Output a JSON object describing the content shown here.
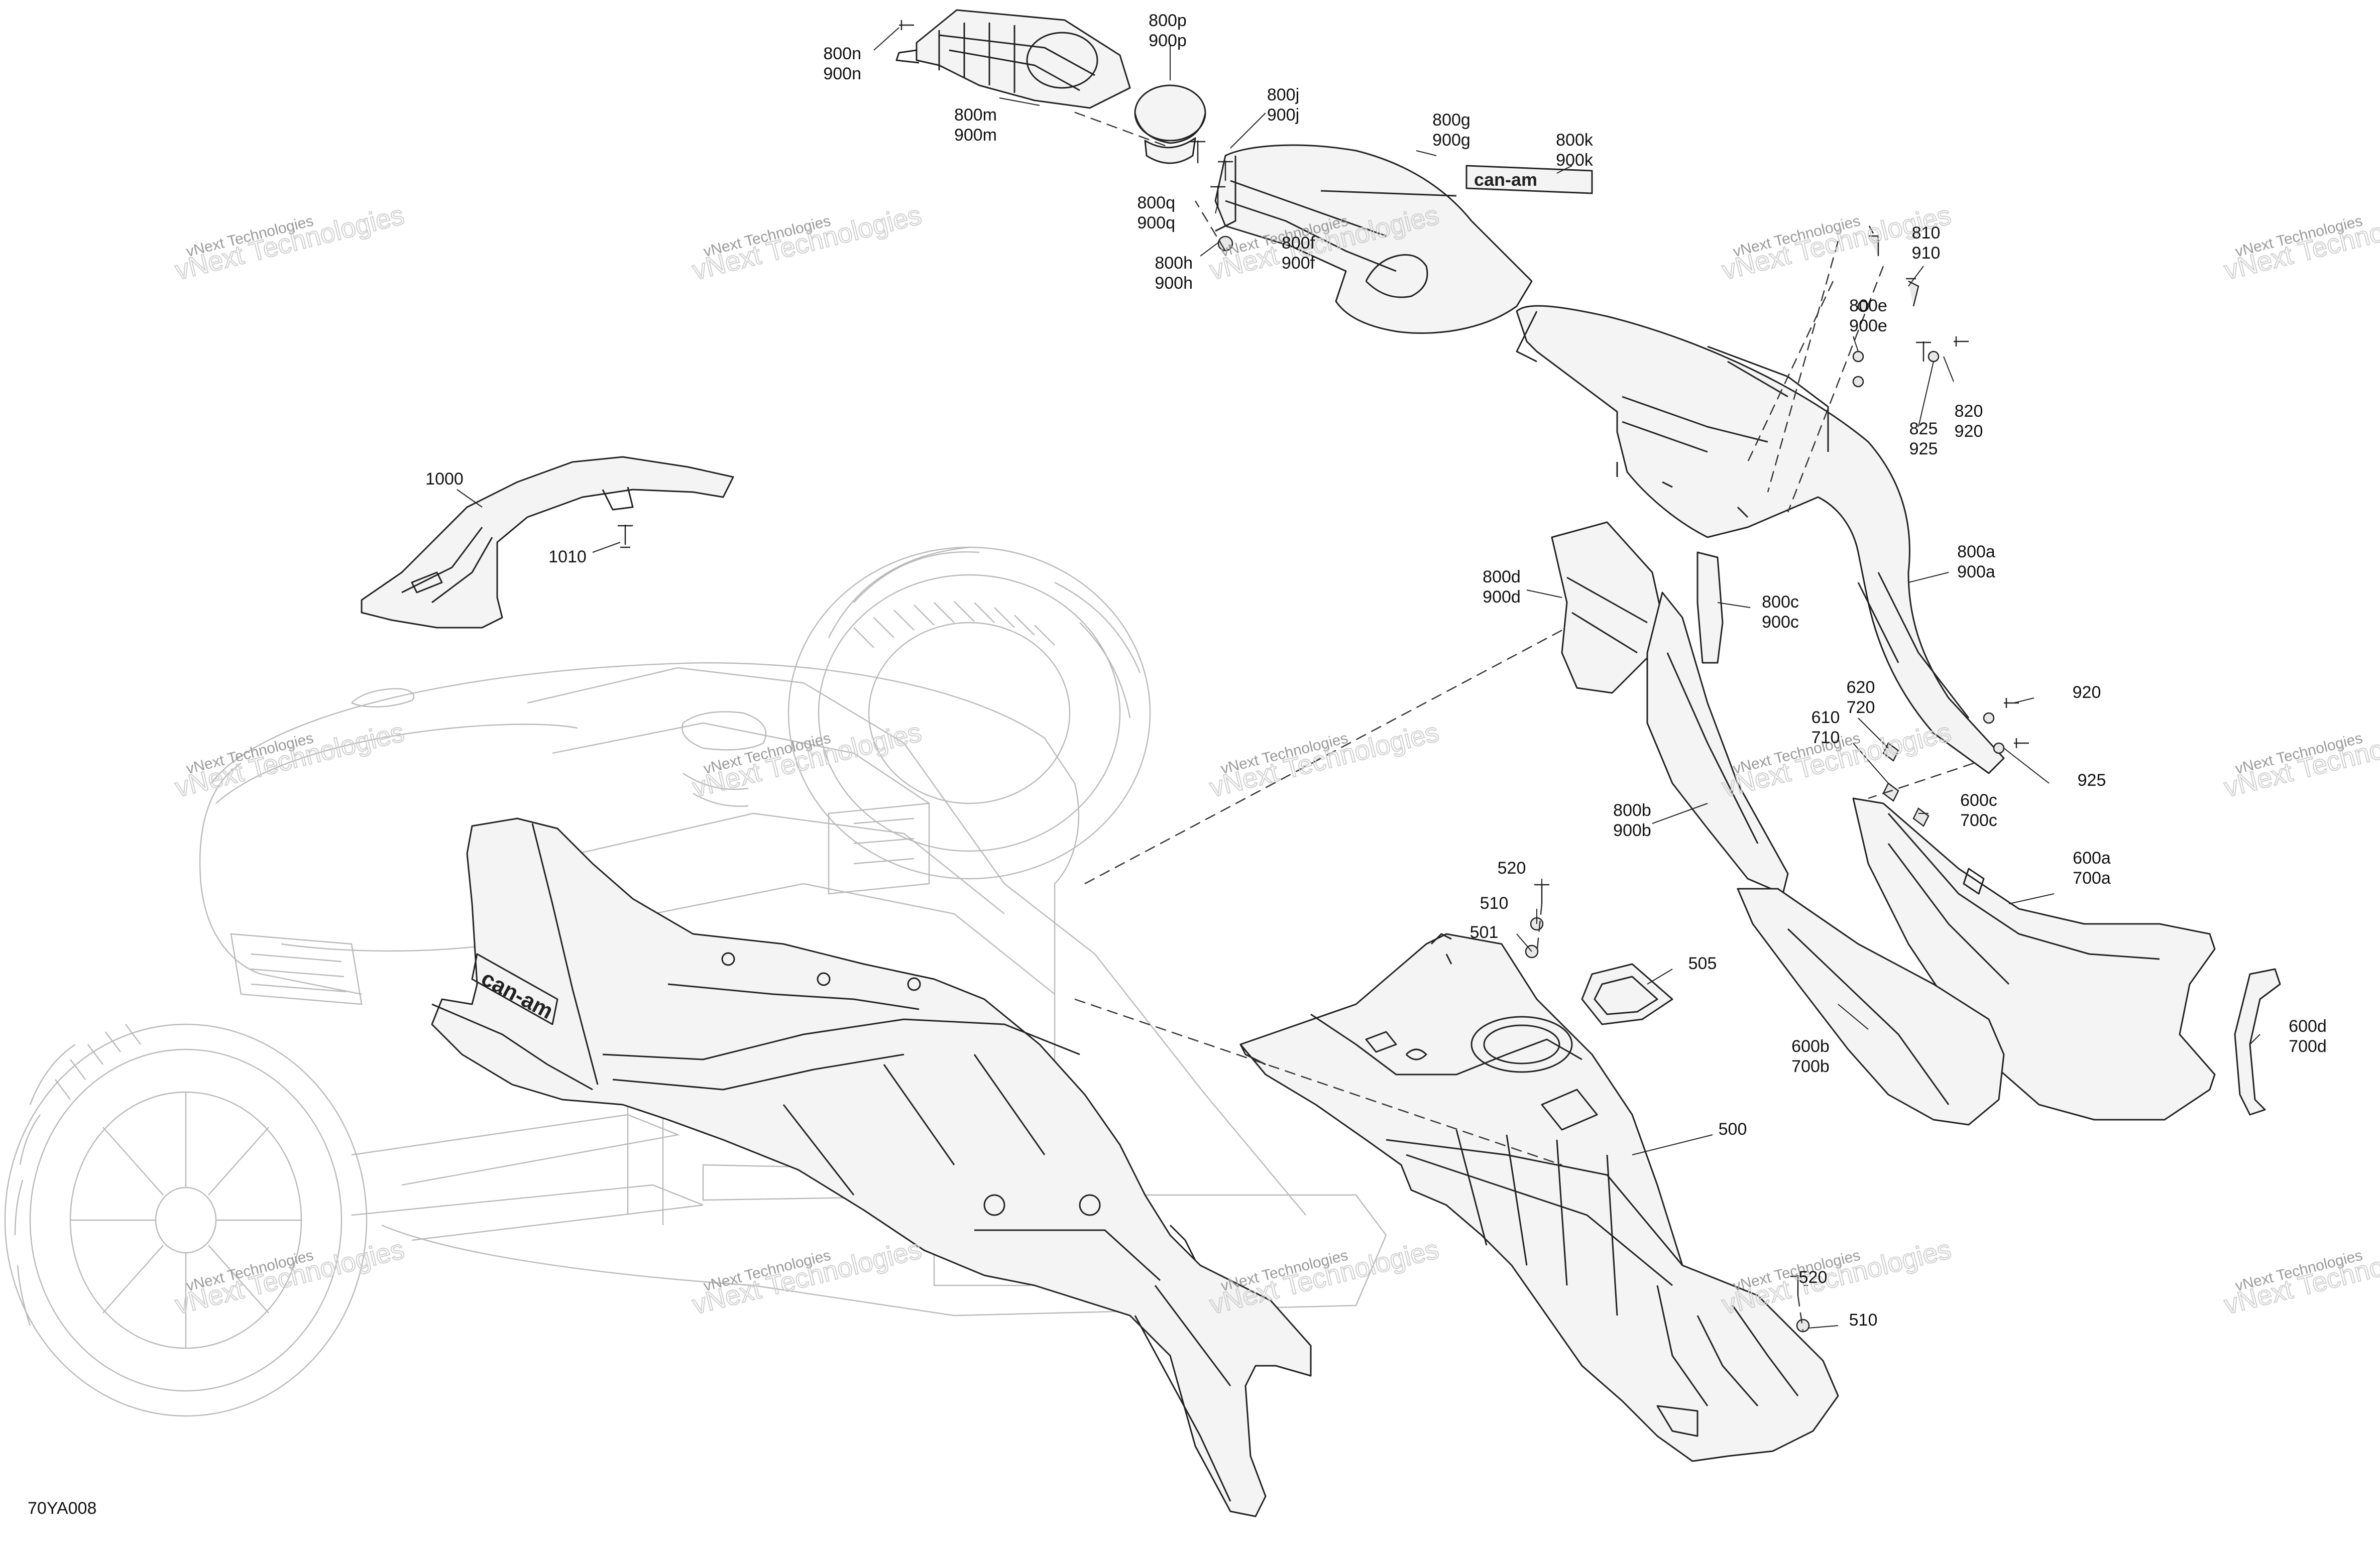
{
  "code": "70YA008",
  "callouts": [
    {
      "id": "800n",
      "lines": [
        "800n",
        "900n"
      ]
    },
    {
      "id": "800p",
      "lines": [
        "800p",
        "900p"
      ]
    },
    {
      "id": "800m",
      "lines": [
        "800m",
        "900m"
      ]
    },
    {
      "id": "800j",
      "lines": [
        "800j",
        "900j"
      ]
    },
    {
      "id": "800g",
      "lines": [
        "800g",
        "900g"
      ]
    },
    {
      "id": "800k",
      "lines": [
        "800k",
        "900k"
      ]
    },
    {
      "id": "800q",
      "lines": [
        "800q",
        "900q"
      ]
    },
    {
      "id": "800f",
      "lines": [
        "800f",
        "900f"
      ]
    },
    {
      "id": "800h",
      "lines": [
        "800h",
        "900h"
      ]
    },
    {
      "id": "810",
      "lines": [
        "810",
        "910"
      ]
    },
    {
      "id": "800e",
      "lines": [
        "800e",
        "900e"
      ]
    },
    {
      "id": "820",
      "lines": [
        "820",
        "920"
      ]
    },
    {
      "id": "825",
      "lines": [
        "825",
        "925"
      ]
    },
    {
      "id": "1000",
      "lines": [
        "1000"
      ]
    },
    {
      "id": "1010",
      "lines": [
        "1010"
      ]
    },
    {
      "id": "800a",
      "lines": [
        "800a",
        "900a"
      ]
    },
    {
      "id": "800d",
      "lines": [
        "800d",
        "900d"
      ]
    },
    {
      "id": "800c",
      "lines": [
        "800c",
        "900c"
      ]
    },
    {
      "id": "620",
      "lines": [
        "620",
        "720"
      ]
    },
    {
      "id": "610",
      "lines": [
        "610",
        "710"
      ]
    },
    {
      "id": "920",
      "lines": [
        "920"
      ]
    },
    {
      "id": "925",
      "lines": [
        "925"
      ]
    },
    {
      "id": "600c",
      "lines": [
        "600c",
        "700c"
      ]
    },
    {
      "id": "800b",
      "lines": [
        "800b",
        "900b"
      ]
    },
    {
      "id": "600a",
      "lines": [
        "600a",
        "700a"
      ]
    },
    {
      "id": "520-top",
      "lines": [
        "520"
      ]
    },
    {
      "id": "510-top",
      "lines": [
        "510"
      ]
    },
    {
      "id": "501",
      "lines": [
        "501"
      ]
    },
    {
      "id": "505",
      "lines": [
        "505"
      ]
    },
    {
      "id": "600b",
      "lines": [
        "600b",
        "700b"
      ]
    },
    {
      "id": "600d",
      "lines": [
        "600d",
        "700d"
      ]
    },
    {
      "id": "500",
      "lines": [
        "500"
      ]
    },
    {
      "id": "520-bottom",
      "lines": [
        "520"
      ]
    },
    {
      "id": "510-bottom",
      "lines": [
        "510"
      ]
    }
  ],
  "watermark": {
    "line1": "vNext Technologies",
    "line2": "vNext Technologies",
    "color": "#9a9a9a"
  },
  "logo": {
    "lettering": "can-am",
    "icon": "can-am-logo-icon"
  },
  "colors": {
    "stroke": "#222222",
    "ghost_stroke": "#b9b9b9",
    "background": "#ffffff"
  }
}
